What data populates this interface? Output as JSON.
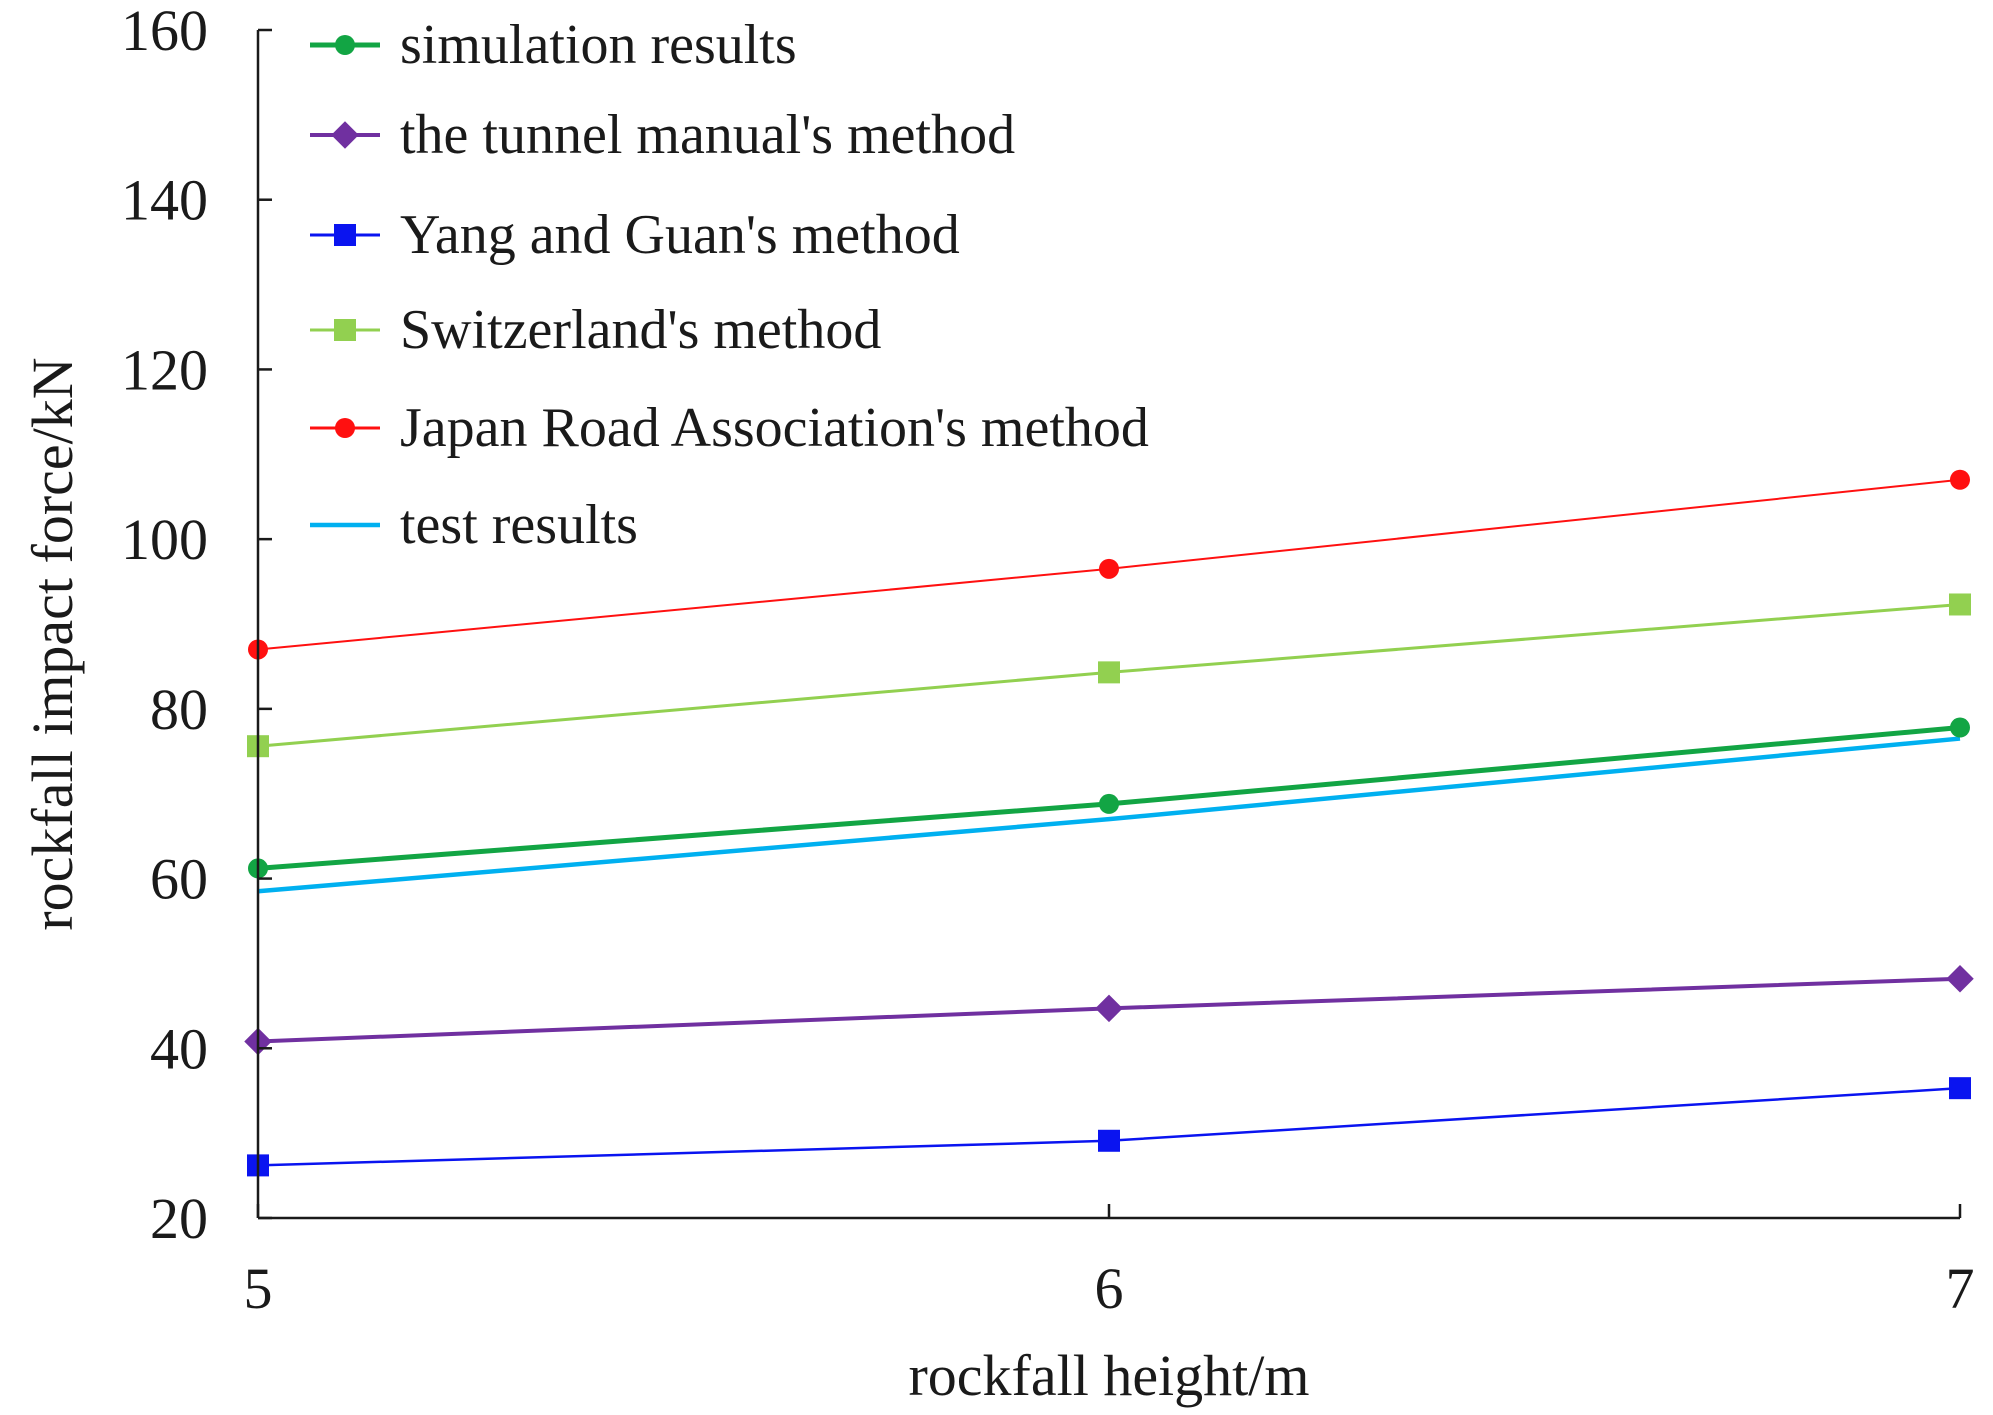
{
  "chart_data": {
    "type": "line",
    "title": "",
    "xlabel": "rockfall height/m",
    "ylabel": "rockfall impact force/kN",
    "x": [
      5,
      6,
      7
    ],
    "xlim": [
      5,
      7
    ],
    "ylim": [
      20,
      160
    ],
    "xticks": [
      "5",
      "6",
      "7"
    ],
    "yticks": [
      "20",
      "40",
      "60",
      "80",
      "100",
      "120",
      "140",
      "160"
    ],
    "grid": false,
    "legend_position": "top-left",
    "series": [
      {
        "name": "simulation results",
        "values": [
          61.2,
          68.8,
          77.8
        ],
        "color": "#12a544",
        "marker": "circle"
      },
      {
        "name": "the tunnel manual's method",
        "values": [
          40.8,
          44.7,
          48.2
        ],
        "color": "#7030a0",
        "marker": "diamond"
      },
      {
        "name": "Yang and Guan's method",
        "values": [
          26.2,
          29.1,
          35.3
        ],
        "color": "#0a14f0",
        "marker": "square"
      },
      {
        "name": "Switzerland's method",
        "values": [
          75.6,
          84.3,
          92.3
        ],
        "color": "#92d050",
        "marker": "square"
      },
      {
        "name": "Japan Road Association's method",
        "values": [
          87.0,
          96.5,
          107.0
        ],
        "color": "#ff1010",
        "marker": "circle"
      },
      {
        "name": "test results",
        "values": [
          58.5,
          67.0,
          76.5
        ],
        "color": "#00b0f0",
        "marker": "dash"
      }
    ]
  }
}
